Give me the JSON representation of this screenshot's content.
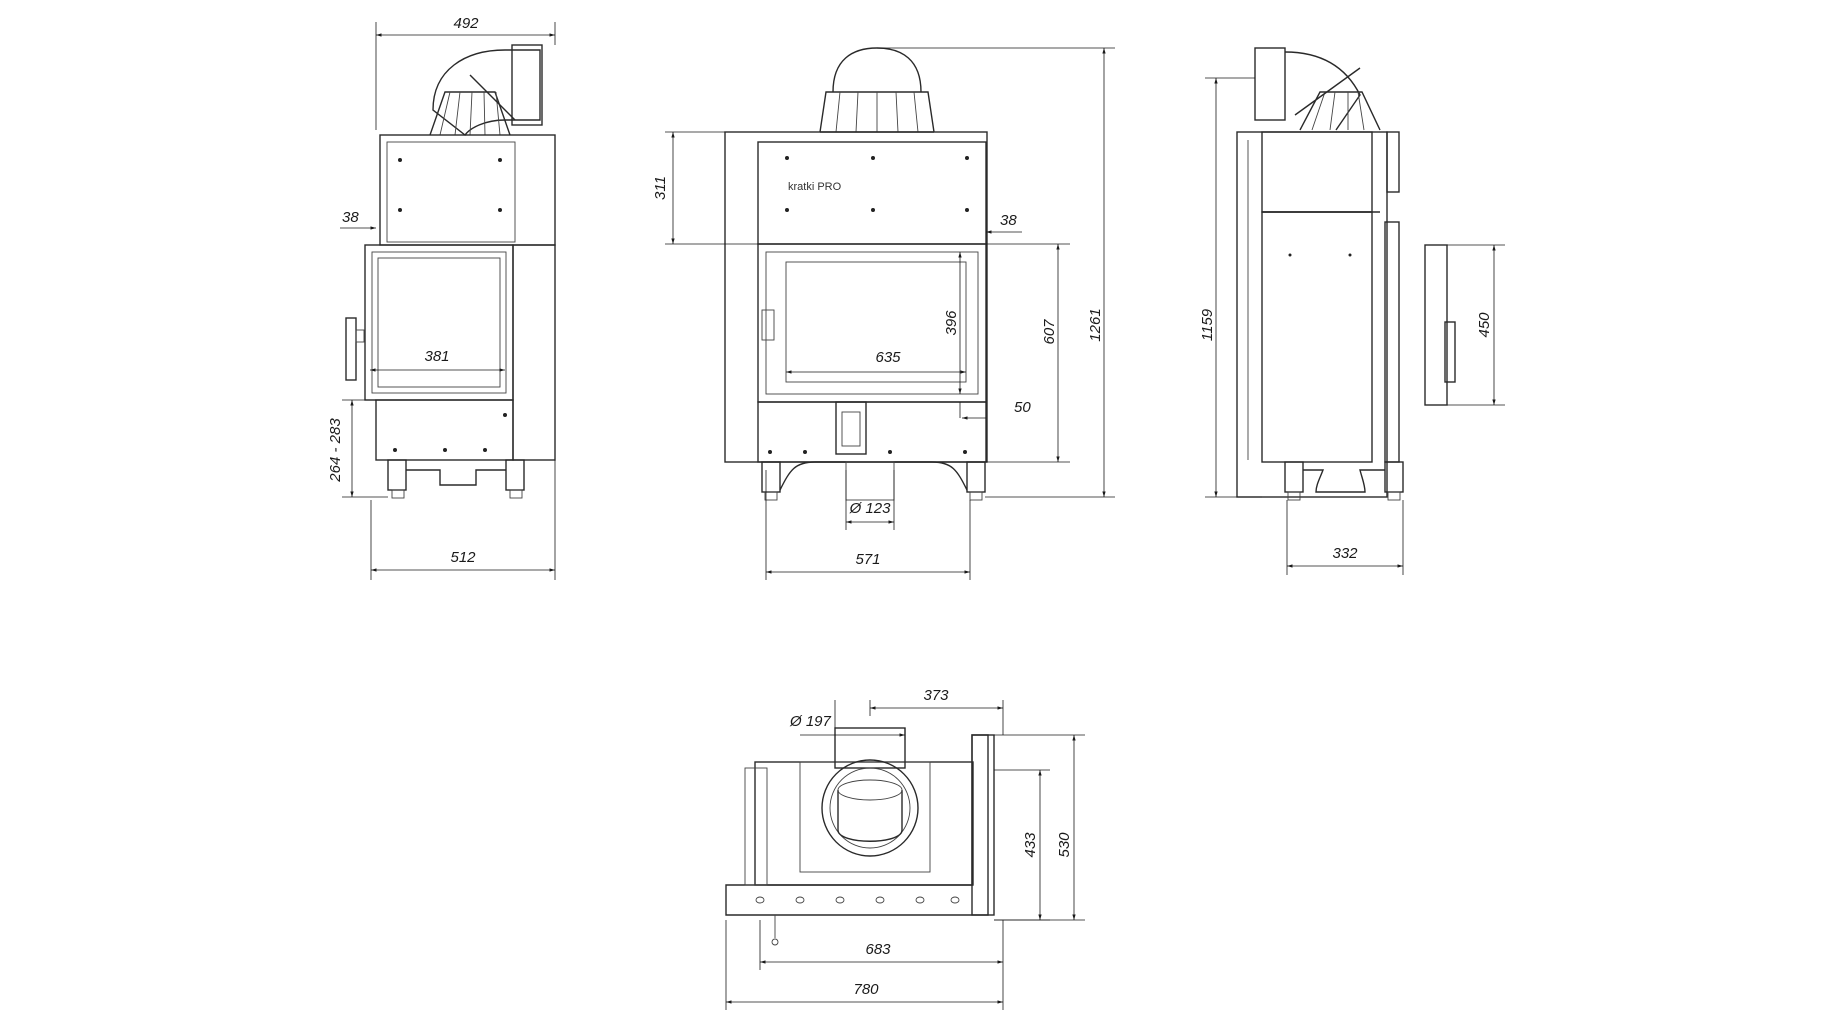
{
  "drawing": {
    "brand_logo": "kratki PRO",
    "views": {
      "side_left": {
        "dims": {
          "top_width": "492",
          "frame_offset": "38",
          "glass_width": "381",
          "leg_height": "264 - 283",
          "bottom_width": "512"
        }
      },
      "front": {
        "dims": {
          "top_height": "311",
          "frame_offset": "38",
          "glass_height": "396",
          "frame_height": "607",
          "total_height": "1261",
          "glass_width": "635",
          "bottom_offset": "50",
          "flue_diameter": "Ø 123",
          "bottom_width": "571"
        }
      },
      "side_right": {
        "dims": {
          "height": "1159",
          "door_height": "450",
          "bottom_width": "332"
        }
      },
      "top": {
        "dims": {
          "flue_diameter": "Ø 197",
          "flue_offset": "373",
          "depth_inner": "433",
          "depth_total": "530",
          "width_inner": "683",
          "width_total": "780"
        }
      }
    }
  },
  "colors": {
    "line": "#2a2a2a",
    "background": "#ffffff"
  }
}
